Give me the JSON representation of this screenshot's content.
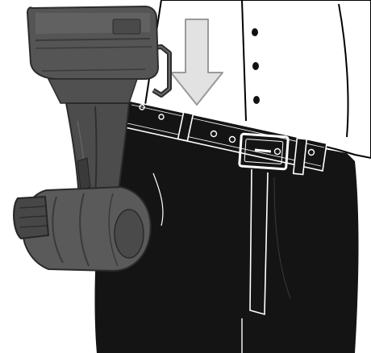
{
  "illustration": {
    "subject": "cordless-drill-hooked-on-belt",
    "elements": [
      "cordless-drill",
      "belt-hook",
      "belt",
      "belt-buckle",
      "shirt",
      "shirt-buttons",
      "trousers",
      "downward-arrow-icon"
    ],
    "colors": {
      "background": "#ffffff",
      "outline": "#000000",
      "shirt": "#ffffff",
      "trousers": "#141414",
      "drill_body": "#5a5a5a",
      "drill_shadow": "#3c3c3c",
      "arrow_fill": "#e2e2e2",
      "arrow_stroke": "#9a9a9a"
    }
  }
}
